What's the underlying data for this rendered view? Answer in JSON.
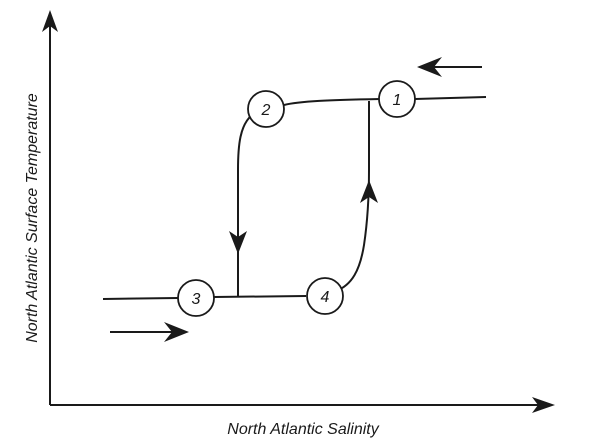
{
  "axes": {
    "x_label": "North Atlantic Salinity",
    "y_label": "North Atlantic Surface Temperature"
  },
  "nodes": [
    {
      "id": "node-1",
      "label": "1"
    },
    {
      "id": "node-2",
      "label": "2"
    },
    {
      "id": "node-3",
      "label": "3"
    },
    {
      "id": "node-4",
      "label": "4"
    }
  ]
}
